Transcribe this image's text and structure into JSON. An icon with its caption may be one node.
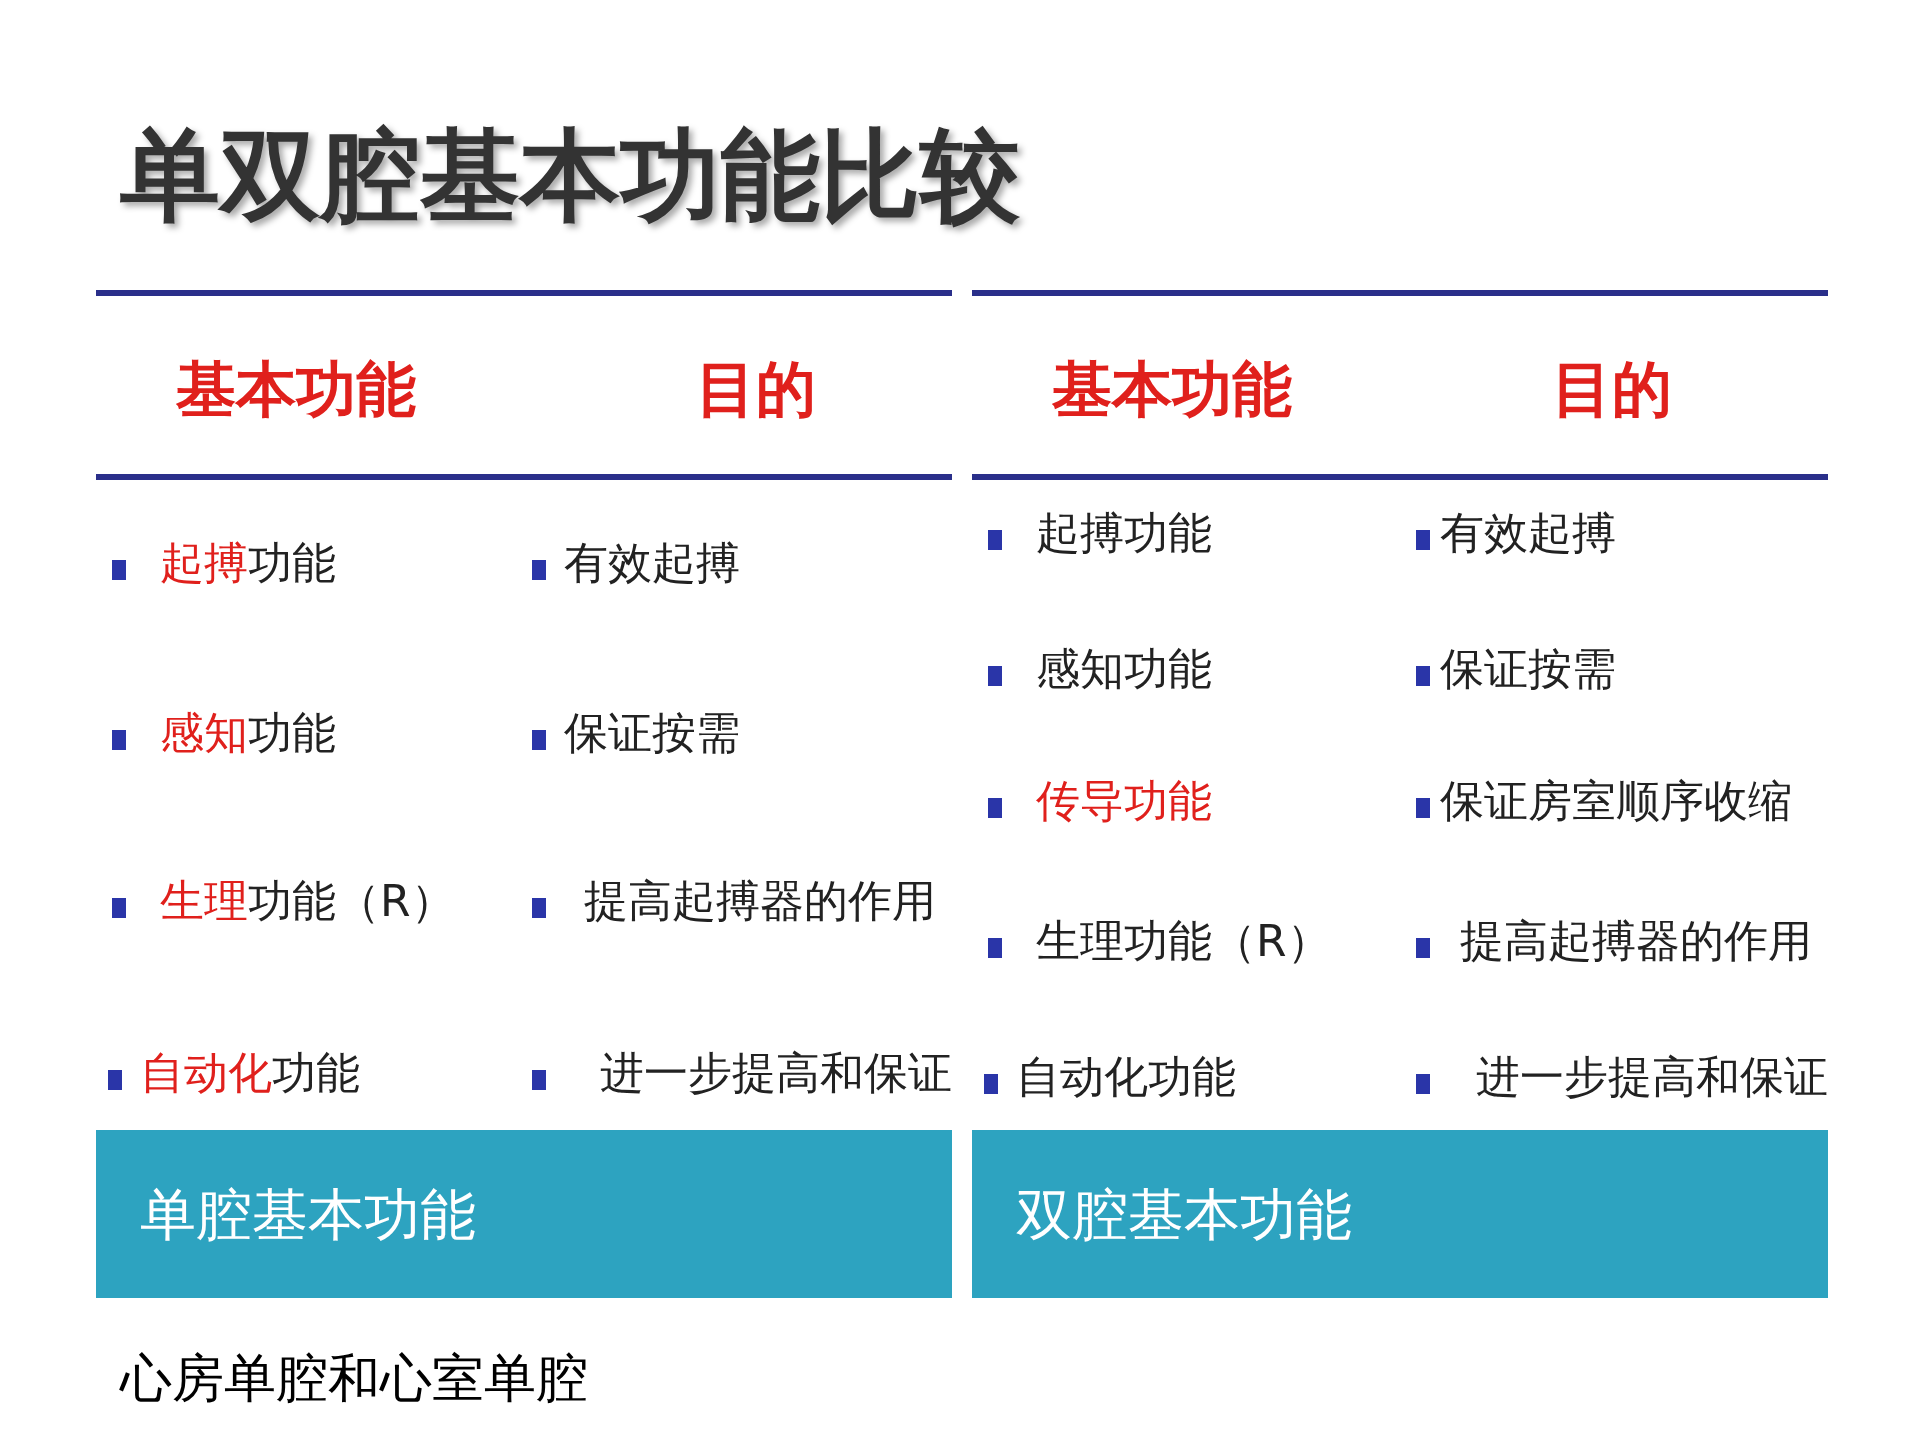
{
  "diagram": {
    "title": "单双腔基本功能比较",
    "labels": [
      "基本功能",
      "目的",
      "**起搏**功能",
      "有效起搏",
      "**感知**功能",
      "保证按需",
      "**生理**功能（R）",
      "提高起搏器的作用",
      "**自动化**功能",
      "进一步提高和保证",
      "单腔基本功能",
      "基本功能",
      "目的",
      "起搏功能",
      "有效起搏",
      "感知功能",
      "保证按需",
      "**传导功能**",
      "保证房室顺序收缩",
      "生理功能（R）",
      "提高起搏器的作用",
      "自动化功能",
      "进一步提高和保证",
      "双腔基本功能",
      "心房单腔和心室单腔"
    ]
  }
}
